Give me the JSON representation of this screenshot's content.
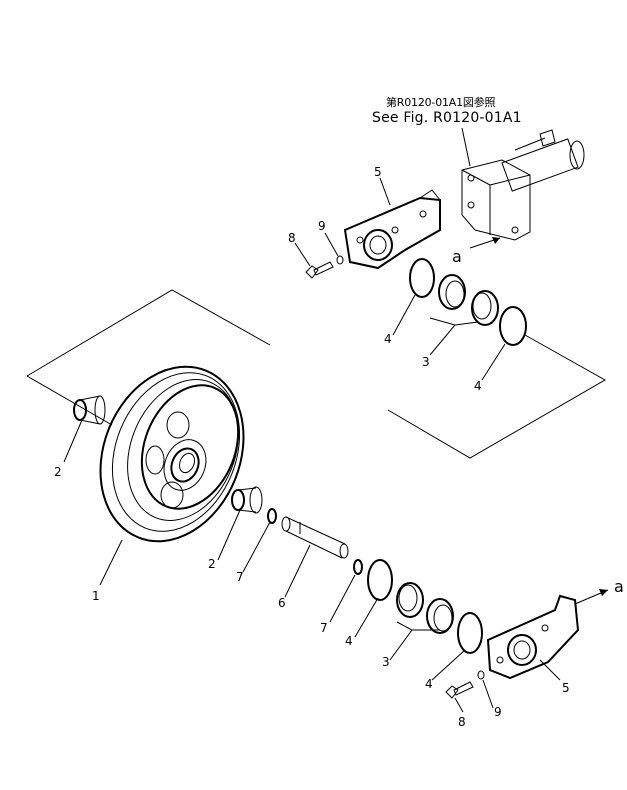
{
  "reference_note": {
    "japanese": "第R0120-01A1図参照",
    "english": "See Fig. R0120-01A1"
  },
  "arrow_label": "a",
  "callouts": {
    "c1": "1",
    "c2_left": "2",
    "c2_mid": "2",
    "c3_top": "3",
    "c3_bottom": "3",
    "c4_top_left": "4",
    "c4_top_right": "4",
    "c4_bottom_left": "4",
    "c4_bottom_right": "4",
    "c5_top": "5",
    "c5_bottom": "5",
    "c6": "6",
    "c7_left": "7",
    "c7_right": "7",
    "c8_top": "8",
    "c8_bottom": "8",
    "c9_top": "9",
    "c9_bottom": "9"
  },
  "upper_arrow_label": "a",
  "lower_arrow_label": "a"
}
